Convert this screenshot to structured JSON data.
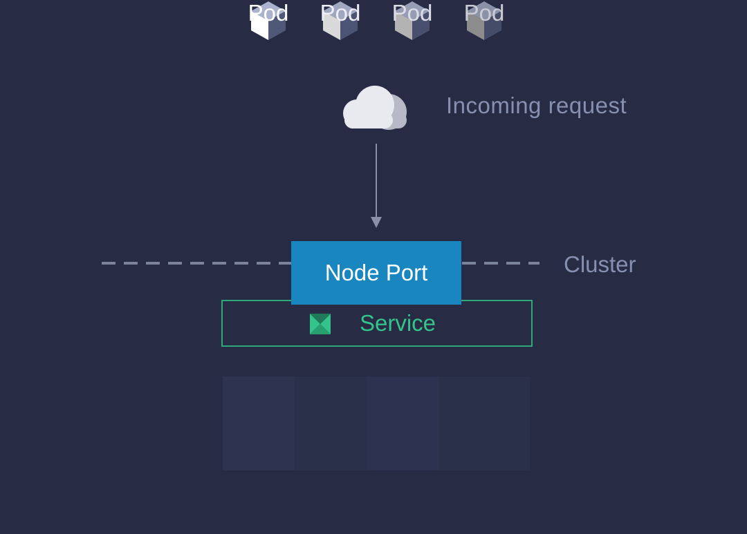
{
  "diagram": {
    "incoming_label": "Incoming request",
    "cluster_label": "Cluster",
    "nodeport_label": "Node Port",
    "service_label": "Service",
    "pods": [
      {
        "label": "Pod",
        "shade": 1.0
      },
      {
        "label": "Pod",
        "shade": 0.85
      },
      {
        "label": "Pod",
        "shade": 0.7
      },
      {
        "label": "Pod",
        "shade": 0.55
      }
    ]
  },
  "colors": {
    "background": "#272b44",
    "nodeport": "#1a86bf",
    "service": "#34c48b",
    "label_muted": "#8790b0",
    "dash": "#7b829b"
  }
}
